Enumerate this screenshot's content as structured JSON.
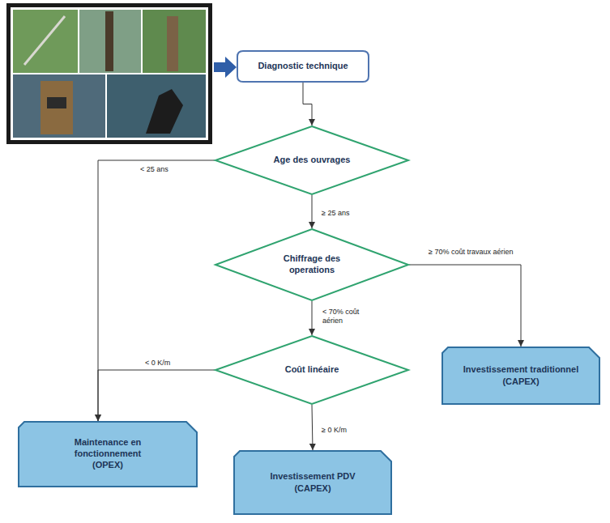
{
  "diagram": {
    "nodes": [
      {
        "text": [
          "Diagnostic technique"
        ]
      },
      {
        "text": [
          "Age des ouvrages"
        ]
      },
      {
        "text": [
          "Chiffrage des operations"
        ]
      },
      {
        "text": [
          "Investissement traditionnel",
          "(CAPEX)"
        ]
      },
      {
        "text": [
          "Coût linéaire"
        ]
      },
      {
        "text": [
          "Maintenance en fonctionnement",
          "(OPEX)"
        ]
      },
      {
        "text": [
          "Investissement PDV",
          "(CAPEX)"
        ]
      }
    ],
    "edges": [
      {
        "from": 0,
        "to": 1,
        "arrow": "to"
      },
      {
        "from": 1,
        "to": 5,
        "label": "< 25 ans",
        "arrow": "to"
      },
      {
        "from": 1,
        "to": 2,
        "label": "≥ 25 ans",
        "arrow": "to"
      },
      {
        "from": 2,
        "to": 3,
        "label": "≥ 70% coût travaux aérien",
        "arrow": "to"
      },
      {
        "from": 2,
        "to": 4,
        "label": "< 70% coût aérien",
        "arrow": "to"
      },
      {
        "from": 4,
        "to": 5,
        "label": "< 0 K/m",
        "arrow": "to"
      },
      {
        "from": 4,
        "to": 6,
        "label": "≥ 0 K/m",
        "arrow": "to"
      }
    ]
  }
}
